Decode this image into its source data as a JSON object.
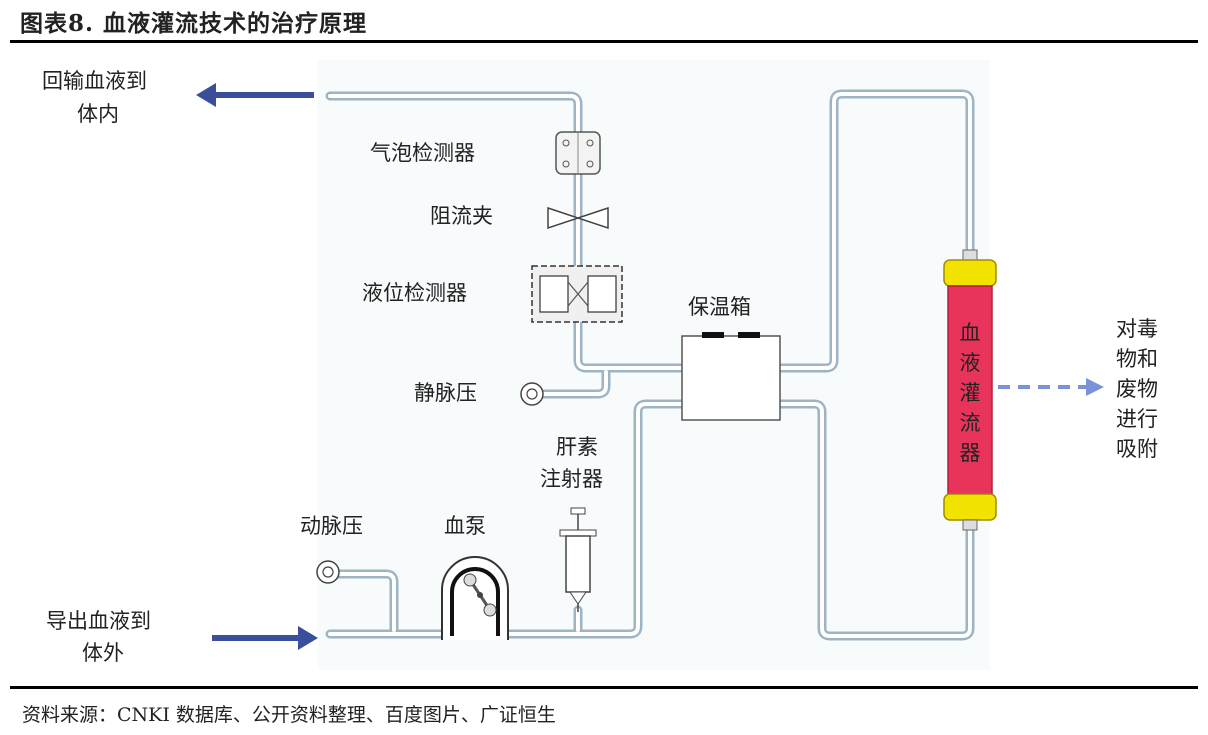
{
  "title": "图表8.    血液灌流技术的治疗原理",
  "source": "资料来源：CNKI 数据库、公开资料整理、百度图片、广证恒生",
  "labels": {
    "return_line1": "回输血液到",
    "return_line2": "体内",
    "bubble_detector": "气泡检测器",
    "clamp": "阻流夹",
    "level_detector": "液位检测器",
    "incubator": "保温箱",
    "venous_pressure": "静脉压",
    "heparin_line1": "肝素",
    "heparin_line2": "注射器",
    "arterial_pressure": "动脉压",
    "blood_pump": "血泵",
    "outflow_line1": "导出血液到",
    "outflow_line2": "体外",
    "perfusor_chars": [
      "血",
      "液",
      "灌",
      "流",
      "器"
    ],
    "adsorb_line1": "对毒",
    "adsorb_line2": "物和",
    "adsorb_line3": "废物",
    "adsorb_line4": "进行",
    "adsorb_line5": "吸附"
  },
  "colors": {
    "arrow": "#3a4f9c",
    "dashed_arrow": "#7a92d8",
    "tube": "#b7c8d3",
    "perfusor": "#e8345a",
    "cap": "#f2e200"
  }
}
